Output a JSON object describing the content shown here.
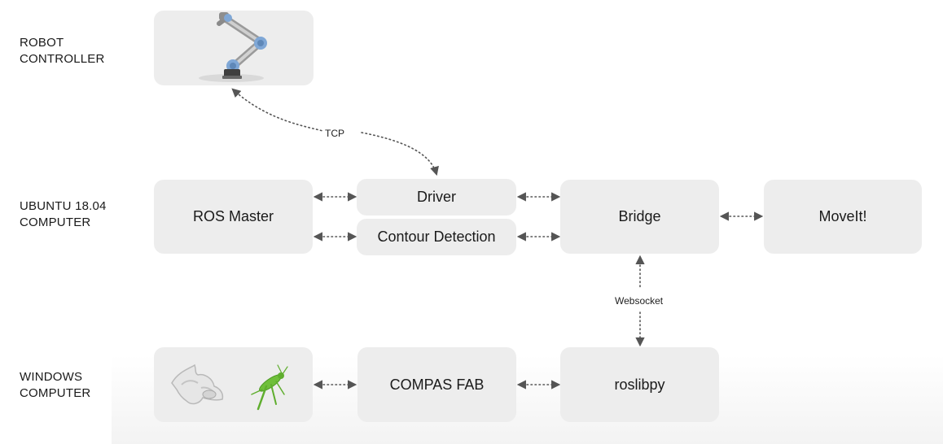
{
  "rows": {
    "robot": "ROBOT\nCONTROLLER",
    "ubuntu": "UBUNTU 18.04\nCOMPUTER",
    "windows": "WINDOWS\nCOMPUTER"
  },
  "nodes": {
    "ros_master": "ROS Master",
    "driver": "Driver",
    "contour_detection": "Contour Detection",
    "bridge": "Bridge",
    "moveit": "MoveIt!",
    "compas_fab": "COMPAS FAB",
    "roslibpy": "roslibpy"
  },
  "connections": {
    "tcp": "TCP",
    "websocket": "Websocket"
  },
  "icons": {
    "robot": "robot-arm-icon",
    "rhino": "rhino-icon",
    "grasshopper": "grasshopper-icon"
  },
  "colors": {
    "box": "#ededed",
    "arrow": "#555555",
    "robot_joint": "#7fa7d6",
    "grasshopper": "#6fbf3a"
  }
}
